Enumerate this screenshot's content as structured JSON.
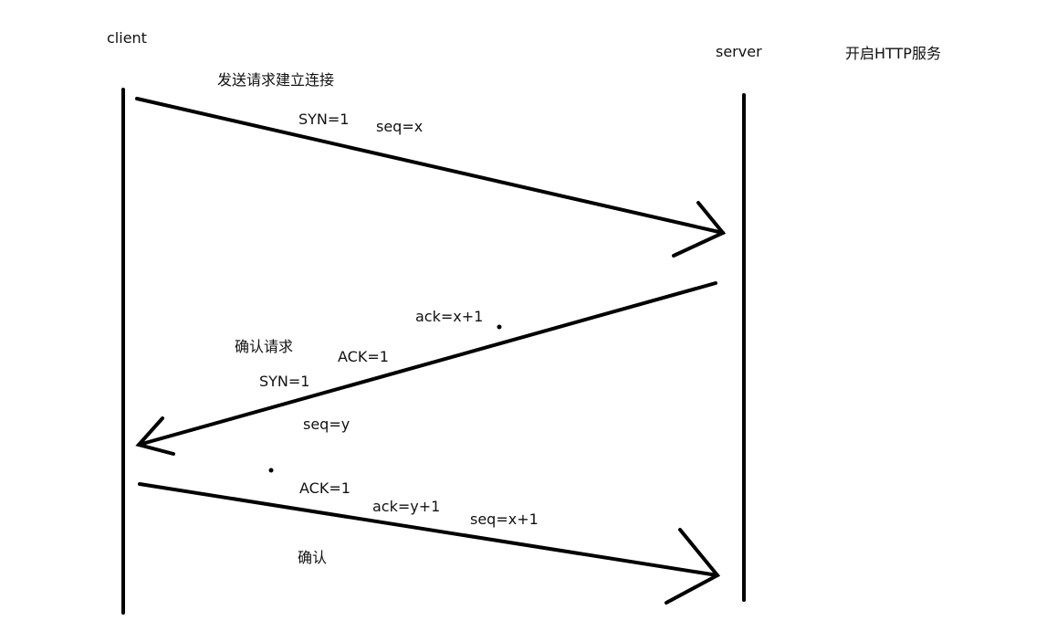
{
  "participants": {
    "client": "client",
    "server": "server",
    "server_note": "开启HTTP服务"
  },
  "step1": {
    "caption": "发送请求建立连接",
    "syn": "SYN=1",
    "seq": "seq=x"
  },
  "step2": {
    "caption": "确认请求",
    "ack_num": "ack=x+1",
    "ack_flag": "ACK=1",
    "syn": "SYN=1",
    "seq": "seq=y"
  },
  "step3": {
    "caption": "确认",
    "ack_flag": "ACK=1",
    "ack_num": "ack=y+1",
    "seq": "seq=x+1"
  },
  "colors": {
    "line": "#000000",
    "background": "#ffffff"
  }
}
